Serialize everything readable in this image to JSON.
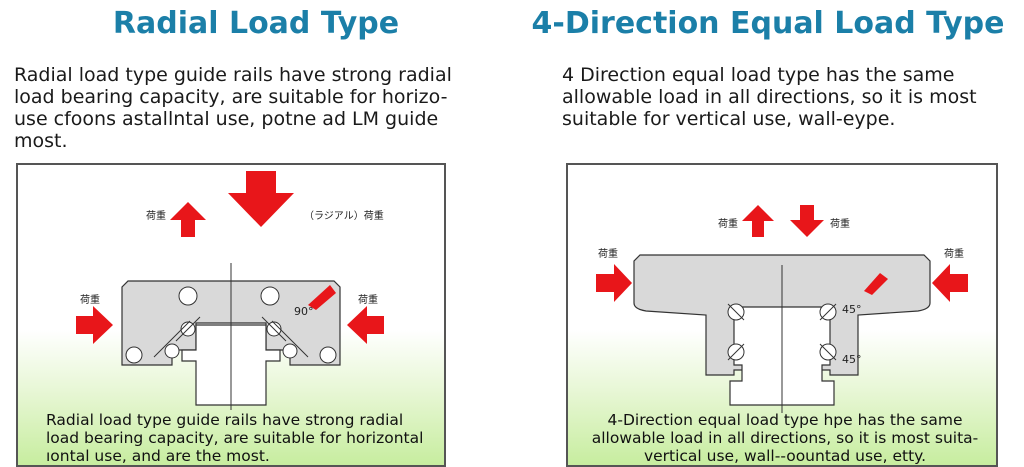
{
  "left": {
    "title": "Radial Load Type",
    "desc_lines": [
      "Radial load type guide rails have strong radial",
      "load bearing capacity, are suitable for horizo-",
      "use cfoons astallntal use, potne ad LM guide",
      "most."
    ],
    "diagram": {
      "label_load": "荷重",
      "label_radial": "（ラジアル）荷重",
      "angle": "90°"
    },
    "caption_lines": [
      "Radial load type guide rails have strong radial",
      "load bearing capacity, are suitable for horizontal",
      "ıontal use, and are the most."
    ]
  },
  "right": {
    "title": "4-Direction Equal Load Type",
    "desc_lines": [
      "4 Direction equal load type has the same",
      "allowable load in all directions, so it is most",
      "suitable for vertical use, wall-eype."
    ],
    "diagram": {
      "label_load": "荷重",
      "angle_top": "45°",
      "angle_bottom": "45°"
    },
    "caption_lines": [
      "4-Direction equal load type hpe has the same",
      "allowable load in all directions, so it is most suita-",
      "vertical use, wall--oountad use, etty."
    ]
  },
  "colors": {
    "title": "#1b7fa8",
    "arrow": "#e8161a",
    "block": "#d9d9d9",
    "panel_bottom": "#c7ed9f"
  }
}
